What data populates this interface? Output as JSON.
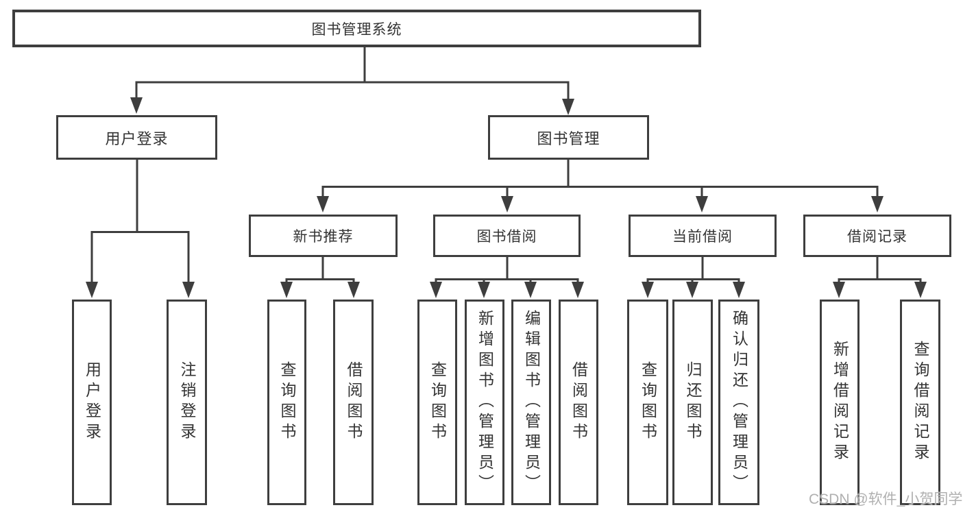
{
  "tree": {
    "label": "图书管理系统",
    "children": [
      {
        "label": "用户登录",
        "children": [
          {
            "label": "用户登录"
          },
          {
            "label": "注销登录"
          }
        ]
      },
      {
        "label": "图书管理",
        "children": [
          {
            "label": "新书推荐",
            "children": [
              {
                "label": "查询图书"
              },
              {
                "label": "借阅图书"
              }
            ]
          },
          {
            "label": "图书借阅",
            "children": [
              {
                "label": "查询图书"
              },
              {
                "label": "新增图书（管理员）"
              },
              {
                "label": "编辑图书（管理员）"
              },
              {
                "label": "借阅图书"
              }
            ]
          },
          {
            "label": "当前借阅",
            "children": [
              {
                "label": "查询图书"
              },
              {
                "label": "归还图书"
              },
              {
                "label": "确认归还（管理员）"
              }
            ]
          },
          {
            "label": "借阅记录",
            "children": [
              {
                "label": "新增借阅记录"
              },
              {
                "label": "查询借阅记录"
              }
            ]
          }
        ]
      }
    ]
  },
  "watermark": "CSDN @软件_小贺同学",
  "colors": {
    "line": "#3e3e3e",
    "text": "#333333",
    "background": "#ffffff",
    "watermark": "#b0b0b0"
  }
}
